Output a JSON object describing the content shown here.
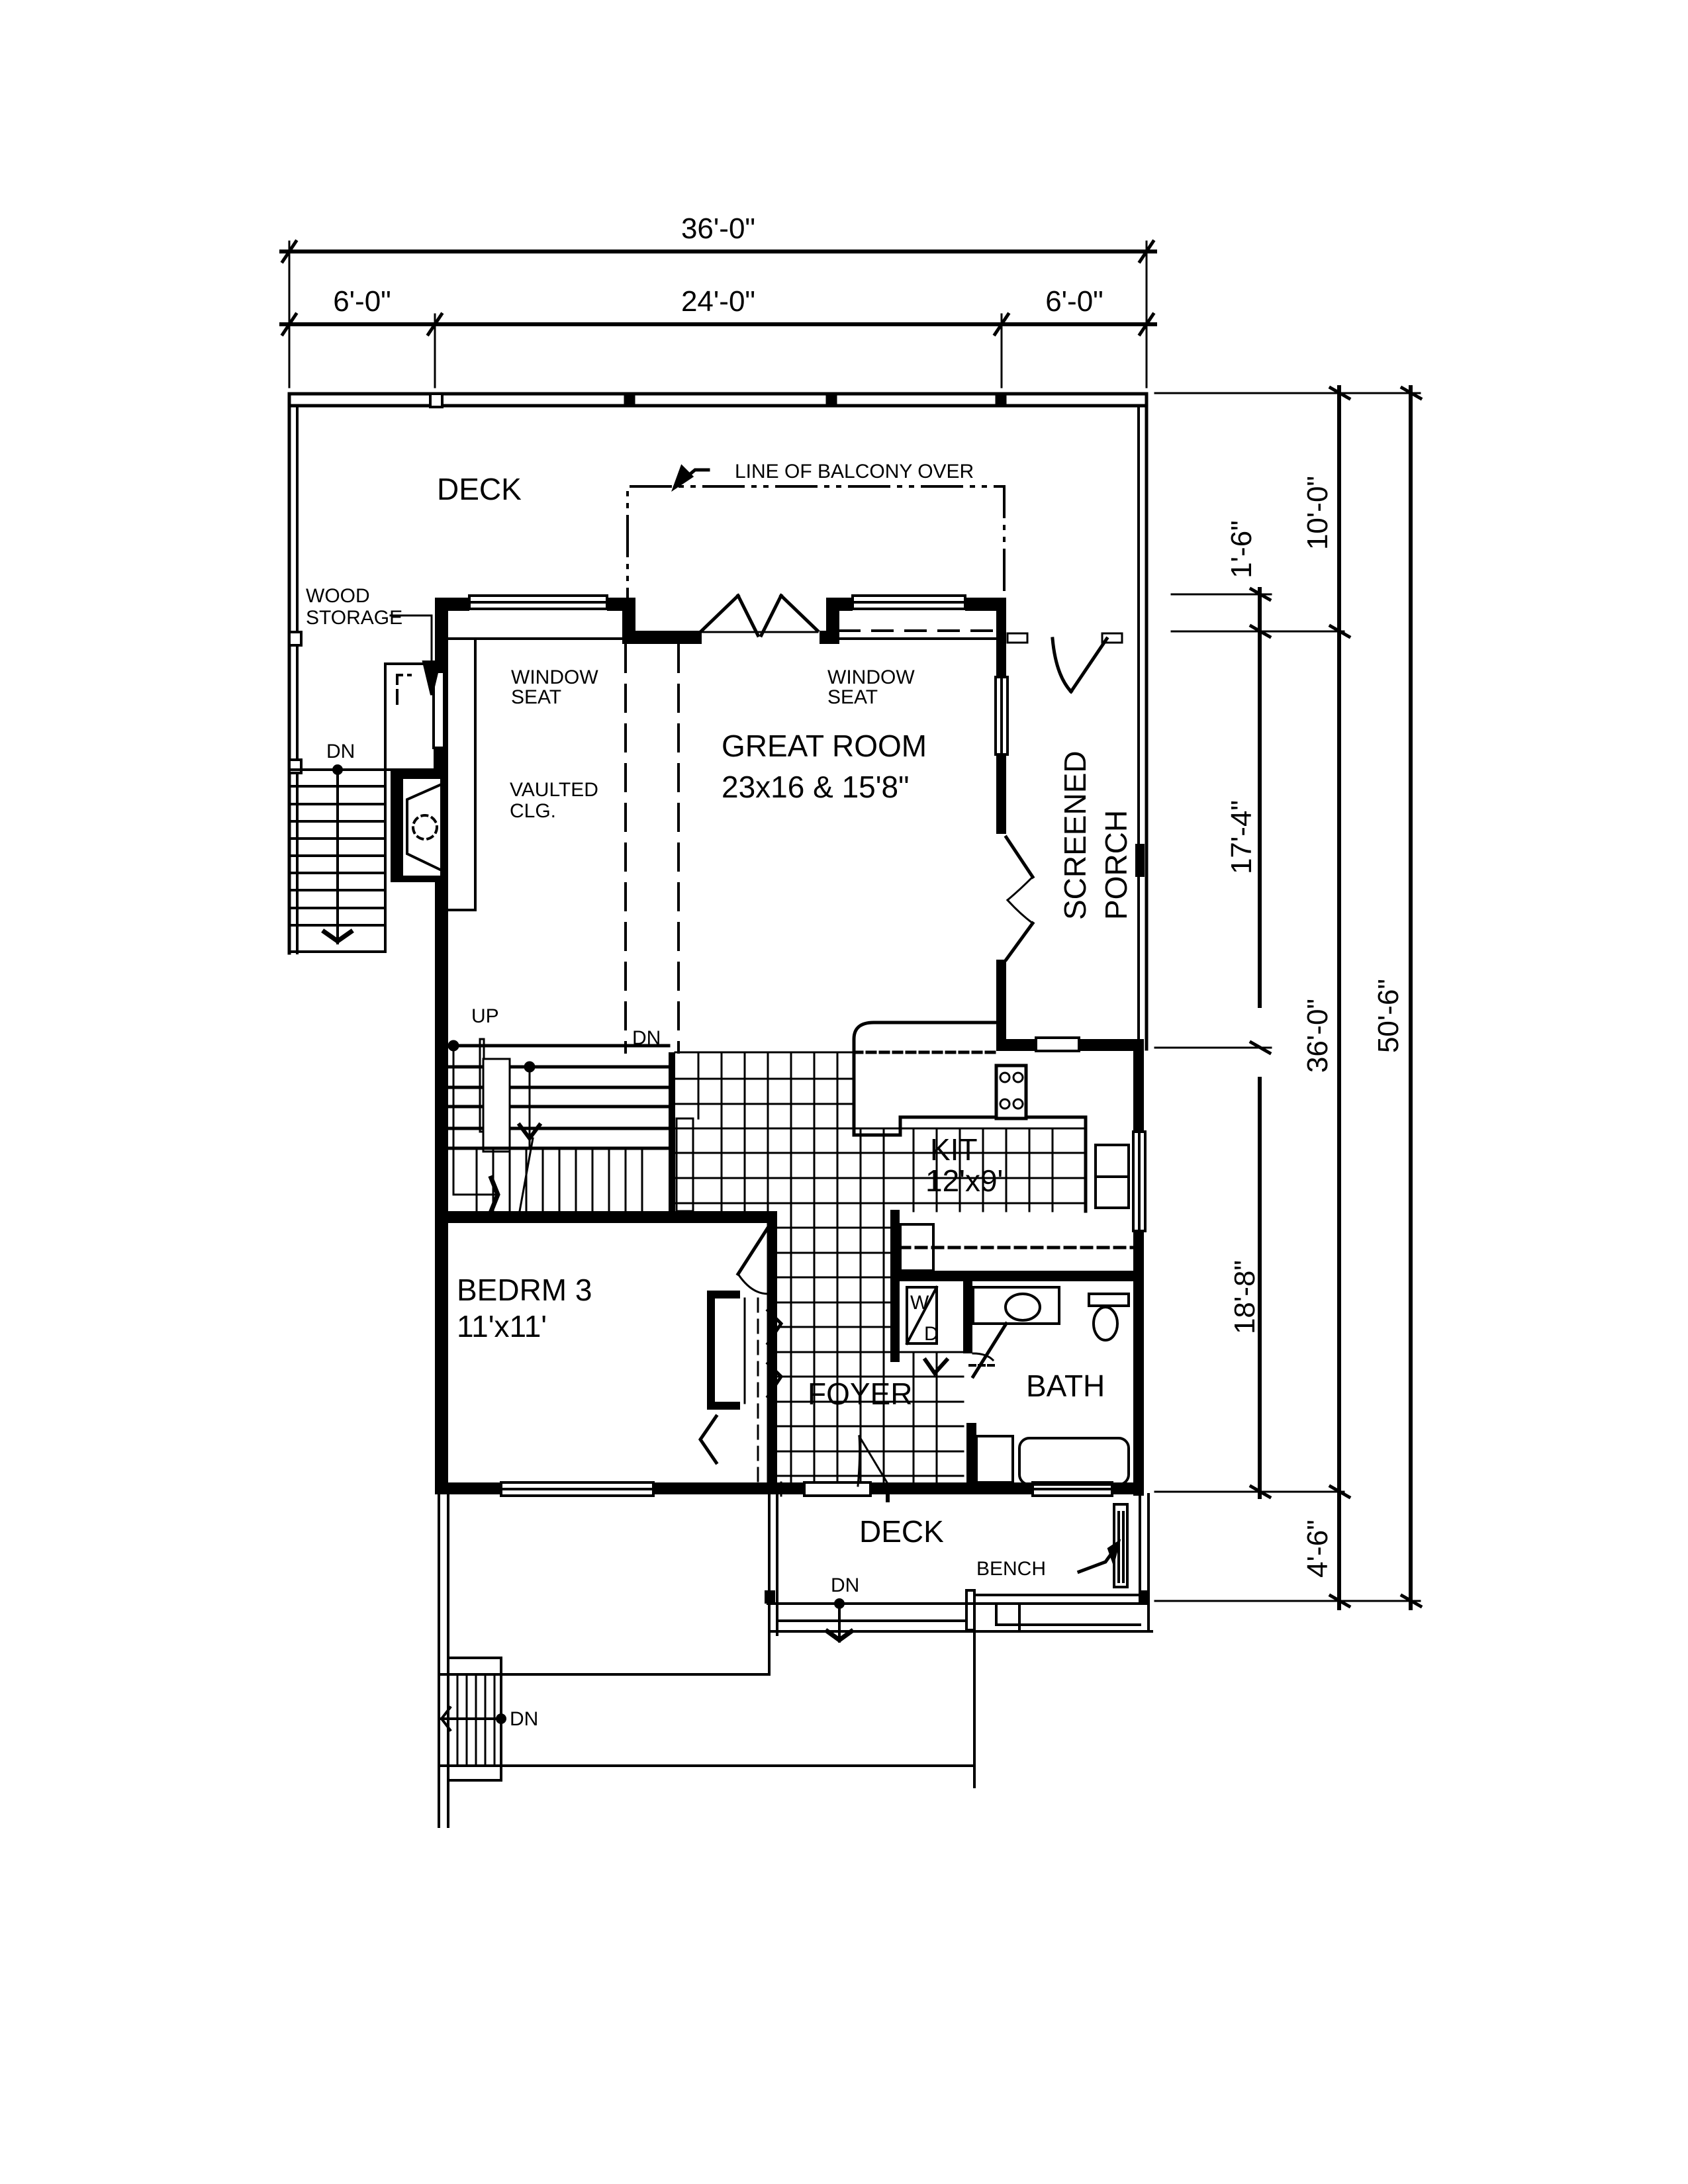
{
  "plan": {
    "overall_width": "36'-0\"",
    "segment_widths": [
      "6'-0\"",
      "24'-0\"",
      "6'-0\""
    ],
    "right_dimensions": {
      "inner": [
        "1'-6\"",
        "17'-4\"",
        "18'-8\""
      ],
      "middle": [
        "10'-0\"",
        "36'-0\"",
        "4'-6\""
      ],
      "outer": "50'-6\""
    }
  },
  "rooms": {
    "deck_top": "DECK",
    "great_room": {
      "name": "GREAT ROOM",
      "size": "23x16 & 15'8\""
    },
    "screened_porch": {
      "line1": "SCREENED",
      "line2": "PORCH"
    },
    "kitchen": {
      "name": "KIT",
      "size": "12'x9'"
    },
    "bedroom3": {
      "name": "BEDRM 3",
      "size": "11'x11'"
    },
    "foyer": "FOYER",
    "bath": "BATH",
    "deck_bottom": "DECK"
  },
  "annotations": {
    "balcony": "LINE OF BALCONY OVER",
    "wood_storage": [
      "WOOD",
      "STORAGE"
    ],
    "window_seat_left": [
      "WINDOW",
      "SEAT"
    ],
    "window_seat_right": [
      "WINDOW",
      "SEAT"
    ],
    "vaulted": [
      "VAULTED",
      "CLG."
    ],
    "up": "UP",
    "dn_stair_left": "DN",
    "dn_stair_center": "DN",
    "dn_front_deck": "DN",
    "dn_lower_stair": "DN",
    "bench": "BENCH",
    "washer": "W",
    "dryer": "D"
  }
}
